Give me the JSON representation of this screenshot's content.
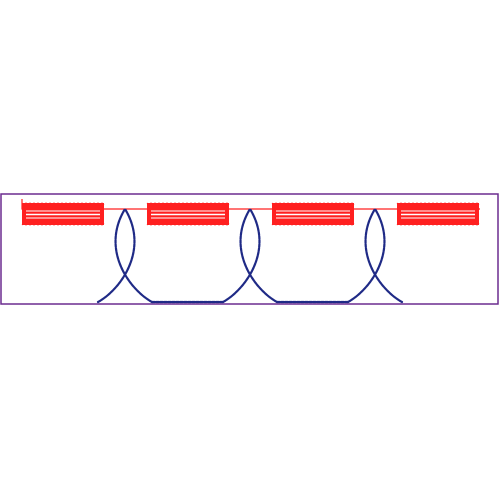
{
  "colors": {
    "background": "#ffffff",
    "hoop_border": "#6b2c8f",
    "satin_blocks": "#ff2020",
    "satin_highlight": "#ffffff",
    "running_stitch_red": "#ff2020",
    "loop_stitch": "#1f2a86"
  },
  "design": {
    "satin_block_count": 4,
    "loop_count": 3,
    "description_icon": "embroidery-border-pattern"
  }
}
